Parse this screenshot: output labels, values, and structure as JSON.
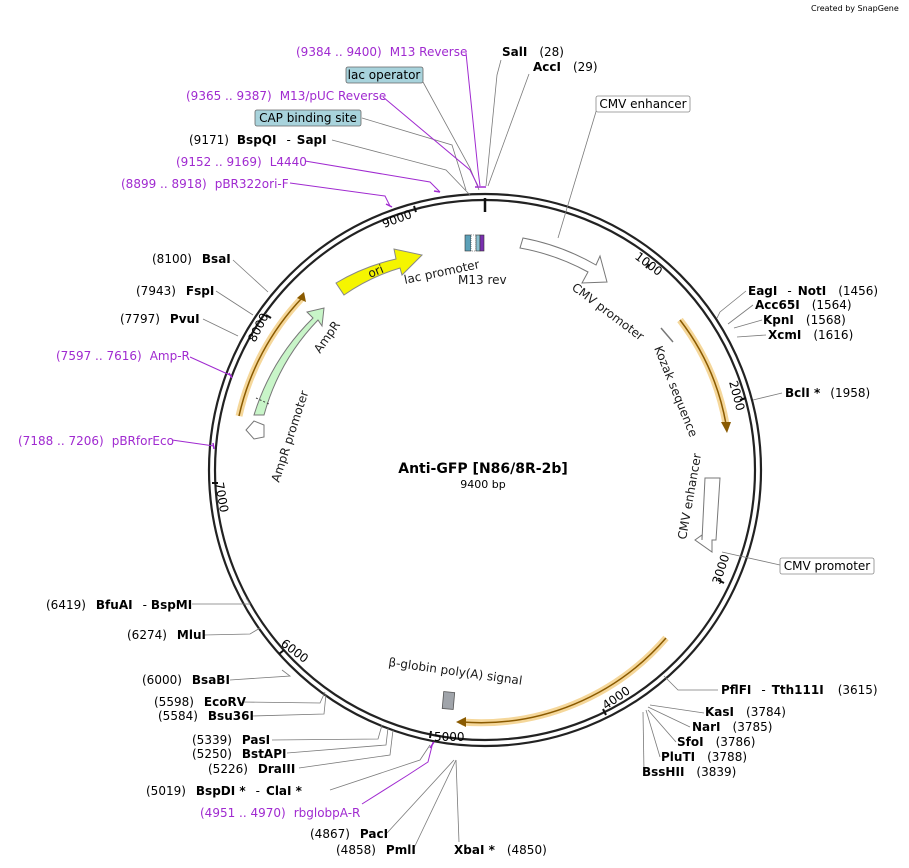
{
  "credit": "Created by SnapGene",
  "plasmid": {
    "name": "Anti-GFP [N86/8R-2b]",
    "size": "9400 bp"
  },
  "colors": {
    "primer": "#a02ad0",
    "ori": "#f5f500",
    "ampr": "#c8f5c8",
    "orange": "#f0c070"
  },
  "ticks": [
    "1000",
    "2000",
    "3000",
    "4000",
    "5000",
    "6000",
    "7000",
    "8000",
    "9000"
  ],
  "enzymes": {
    "sali": {
      "name": "SalI",
      "pos": "(28)"
    },
    "acci": {
      "name": "AccI",
      "pos": "(29)"
    },
    "bspqi": {
      "pos": "(9171)",
      "name": "BspQI",
      "sep": "-",
      "name2": "SapI"
    },
    "bsai": {
      "pos": "(8100)",
      "name": "BsaI"
    },
    "fspi": {
      "pos": "(7943)",
      "name": "FspI"
    },
    "pvui": {
      "pos": "(7797)",
      "name": "PvuI"
    },
    "eagi": {
      "name": "EagI",
      "sep": "-",
      "name2": "NotI",
      "pos": "(1456)"
    },
    "acc65i": {
      "name": "Acc65I",
      "pos": "(1564)"
    },
    "kpni": {
      "name": "KpnI",
      "pos": "(1568)"
    },
    "xcmi": {
      "name": "XcmI",
      "pos": "(1616)"
    },
    "bcli": {
      "name": "BclI *",
      "pos": "(1958)"
    },
    "pflfi": {
      "name": "PflFI",
      "sep": "-",
      "name2": "Tth111I",
      "pos": "(3615)"
    },
    "kasi": {
      "name": "KasI",
      "pos": "(3784)"
    },
    "nari": {
      "name": "NarI",
      "pos": "(3785)"
    },
    "sfoi": {
      "name": "SfoI",
      "pos": "(3786)"
    },
    "pluti": {
      "name": "PluTI",
      "pos": "(3788)"
    },
    "bsshii": {
      "name": "BssHII",
      "pos": "(3839)"
    },
    "bfuai": {
      "pos": "(6419)",
      "name": "BfuAI",
      "sep": "-",
      "name2": "BspMI"
    },
    "mlui": {
      "pos": "(6274)",
      "name": "MluI"
    },
    "bsabi": {
      "pos": "(6000)",
      "name": "BsaBI"
    },
    "ecorv": {
      "pos": "(5598)",
      "name": "EcoRV"
    },
    "bsu36i": {
      "pos": "(5584)",
      "name": "Bsu36I"
    },
    "pasi": {
      "pos": "(5339)",
      "name": "PasI"
    },
    "bstapi": {
      "pos": "(5250)",
      "name": "BstAPI"
    },
    "draiii": {
      "pos": "(5226)",
      "name": "DraIII"
    },
    "bspdi": {
      "pos": "(5019)",
      "name": "BspDI *",
      "sep": "-",
      "name2": "ClaI *"
    },
    "paci": {
      "pos": "(4867)",
      "name": "PacI"
    },
    "pmli": {
      "pos": "(4858)",
      "name": "PmlI"
    },
    "xbai": {
      "name": "XbaI *",
      "pos": "(4850)"
    }
  },
  "primers": {
    "m13rev": {
      "range": "(9384 .. 9400)",
      "name": "M13 Reverse"
    },
    "m13puc": {
      "range": "(9365 .. 9387)",
      "name": "M13/pUC Reverse"
    },
    "l4440": {
      "range": "(9152 .. 9169)",
      "name": "L4440"
    },
    "pbr322": {
      "range": "(8899 .. 8918)",
      "name": "pBR322ori-F"
    },
    "ampr": {
      "range": "(7597 .. 7616)",
      "name": "Amp-R"
    },
    "pbrfor": {
      "range": "(7188 .. 7206)",
      "name": "pBRforEco"
    },
    "rbglob": {
      "range": "(4951 .. 4970)",
      "name": "rbglobpA-R"
    }
  },
  "boxed": {
    "lac_operator": "lac operator",
    "cap_site": "CAP binding site",
    "cmv_enh_top": "CMV enhancer",
    "cmv_prom_right": "CMV promoter"
  },
  "features": {
    "cmv_promoter": "CMV promoter",
    "kozak": "Kozak sequence",
    "cmv_enhancer": "CMV enhancer",
    "polya": "β-globin poly(A) signal",
    "ampr_promoter": "AmpR promoter",
    "ampr": "AmpR",
    "ori": "ori",
    "lac_promoter": "lac promoter",
    "m13rev": "M13 rev"
  }
}
